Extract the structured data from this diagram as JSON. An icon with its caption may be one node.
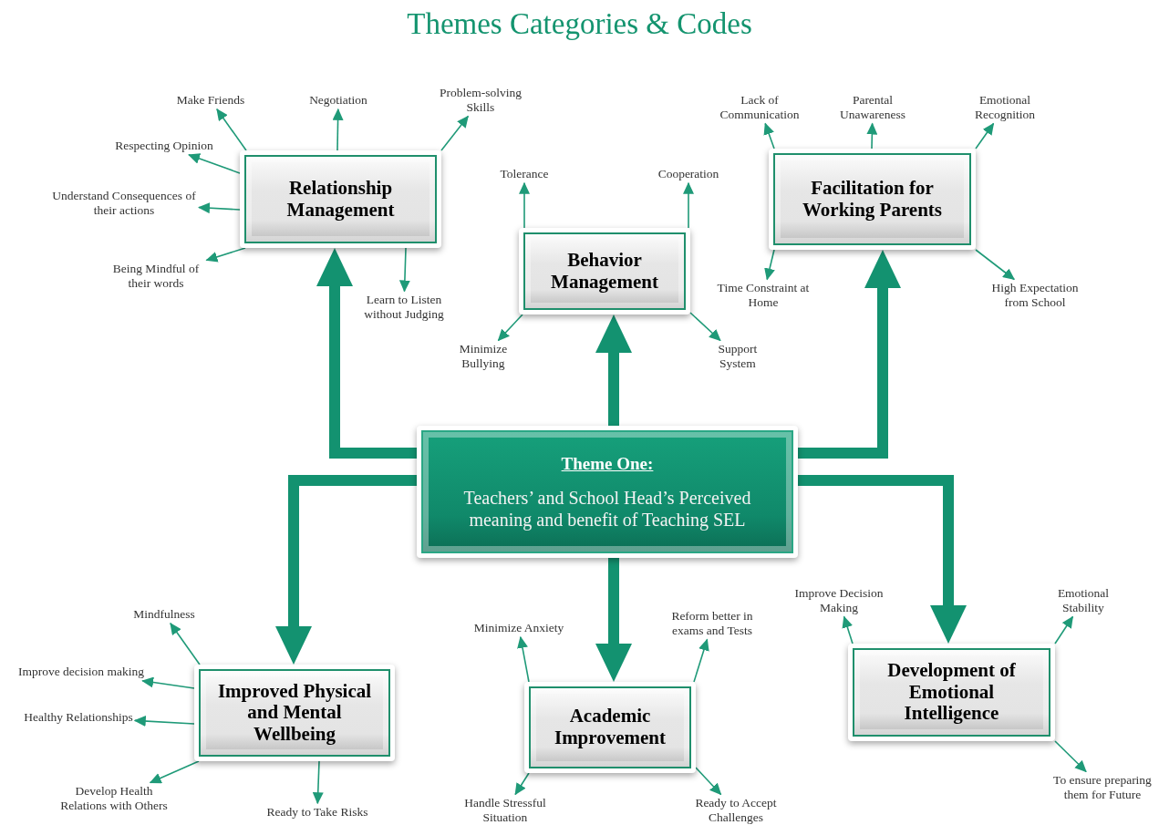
{
  "diagram": {
    "title": "Themes Categories & Codes",
    "nodes": [
      {
        "text": [
          "Theme One:",
          "Teachers’ and School Head’s Perceived meaning and benefit of Teaching SEL"
        ]
      },
      {
        "text": [
          "Relationship Management"
        ]
      },
      {
        "text": [
          "Behavior Management"
        ]
      },
      {
        "text": [
          "Facilitation for Working Parents"
        ]
      },
      {
        "text": [
          "Improved Physical and Mental Wellbeing"
        ]
      },
      {
        "text": [
          "Academic Improvement"
        ]
      },
      {
        "text": [
          "Development of Emotional Intelligence"
        ]
      },
      {
        "text": [
          "Make Friends"
        ]
      },
      {
        "text": [
          "Negotiation"
        ]
      },
      {
        "text": [
          "Problem-solving Skills"
        ]
      },
      {
        "text": [
          "Respecting Opinion"
        ]
      },
      {
        "text": [
          "Understand Consequences of their actions"
        ]
      },
      {
        "text": [
          "Being Mindful of their words"
        ]
      },
      {
        "text": [
          "Learn to Listen without Judging"
        ]
      },
      {
        "text": [
          "Tolerance"
        ]
      },
      {
        "text": [
          "Cooperation"
        ]
      },
      {
        "text": [
          "Minimize Bullying"
        ]
      },
      {
        "text": [
          "Support System"
        ]
      },
      {
        "text": [
          "Lack of Communication"
        ]
      },
      {
        "text": [
          "Parental Unawareness"
        ]
      },
      {
        "text": [
          "Emotional Recognition"
        ]
      },
      {
        "text": [
          "Time Constraint at Home"
        ]
      },
      {
        "text": [
          "High Expectation from School"
        ]
      },
      {
        "text": [
          "Mindfulness"
        ]
      },
      {
        "text": [
          "Improve decision making"
        ]
      },
      {
        "text": [
          "Healthy Relationships"
        ]
      },
      {
        "text": [
          "Develop Health Relations with Others"
        ]
      },
      {
        "text": [
          "Ready to Take Risks"
        ]
      },
      {
        "text": [
          "Minimize Anxiety"
        ]
      },
      {
        "text": [
          "Reform better in exams and Tests"
        ]
      },
      {
        "text": [
          "Handle Stressful Situation"
        ]
      },
      {
        "text": [
          "Ready to Accept Challenges"
        ]
      },
      {
        "text": [
          "Improve Decision Making"
        ]
      },
      {
        "text": [
          "Emotional Stability"
        ]
      },
      {
        "text": [
          "To ensure preparing them for Future"
        ]
      }
    ],
    "edges": [
      {
        "from": 0,
        "to": 1,
        "arrow": "to",
        "style": "thick"
      },
      {
        "from": 0,
        "to": 2,
        "arrow": "to",
        "style": "thick"
      },
      {
        "from": 0,
        "to": 3,
        "arrow": "to",
        "style": "thick"
      },
      {
        "from": 0,
        "to": 4,
        "arrow": "to",
        "style": "thick"
      },
      {
        "from": 0,
        "to": 5,
        "arrow": "to",
        "style": "thick"
      },
      {
        "from": 0,
        "to": 6,
        "arrow": "to",
        "style": "thick"
      },
      {
        "from": 1,
        "to": 7,
        "arrow": "to"
      },
      {
        "from": 1,
        "to": 8,
        "arrow": "to"
      },
      {
        "from": 1,
        "to": 9,
        "arrow": "to"
      },
      {
        "from": 1,
        "to": 10,
        "arrow": "to"
      },
      {
        "from": 1,
        "to": 11,
        "arrow": "to"
      },
      {
        "from": 1,
        "to": 12,
        "arrow": "to"
      },
      {
        "from": 1,
        "to": 13,
        "arrow": "to"
      },
      {
        "from": 2,
        "to": 14,
        "arrow": "to"
      },
      {
        "from": 2,
        "to": 15,
        "arrow": "to"
      },
      {
        "from": 2,
        "to": 16,
        "arrow": "to"
      },
      {
        "from": 2,
        "to": 17,
        "arrow": "to"
      },
      {
        "from": 3,
        "to": 18,
        "arrow": "to"
      },
      {
        "from": 3,
        "to": 19,
        "arrow": "to"
      },
      {
        "from": 3,
        "to": 20,
        "arrow": "to"
      },
      {
        "from": 3,
        "to": 21,
        "arrow": "to"
      },
      {
        "from": 3,
        "to": 22,
        "arrow": "to"
      },
      {
        "from": 4,
        "to": 23,
        "arrow": "to"
      },
      {
        "from": 4,
        "to": 24,
        "arrow": "to"
      },
      {
        "from": 4,
        "to": 25,
        "arrow": "to"
      },
      {
        "from": 4,
        "to": 26,
        "arrow": "to"
      },
      {
        "from": 4,
        "to": 27,
        "arrow": "to"
      },
      {
        "from": 5,
        "to": 28,
        "arrow": "to"
      },
      {
        "from": 5,
        "to": 29,
        "arrow": "to"
      },
      {
        "from": 5,
        "to": 30,
        "arrow": "to"
      },
      {
        "from": 5,
        "to": 31,
        "arrow": "to"
      },
      {
        "from": 6,
        "to": 32,
        "arrow": "to"
      },
      {
        "from": 6,
        "to": 33,
        "arrow": "to"
      },
      {
        "from": 6,
        "to": 34,
        "arrow": "to"
      }
    ]
  }
}
